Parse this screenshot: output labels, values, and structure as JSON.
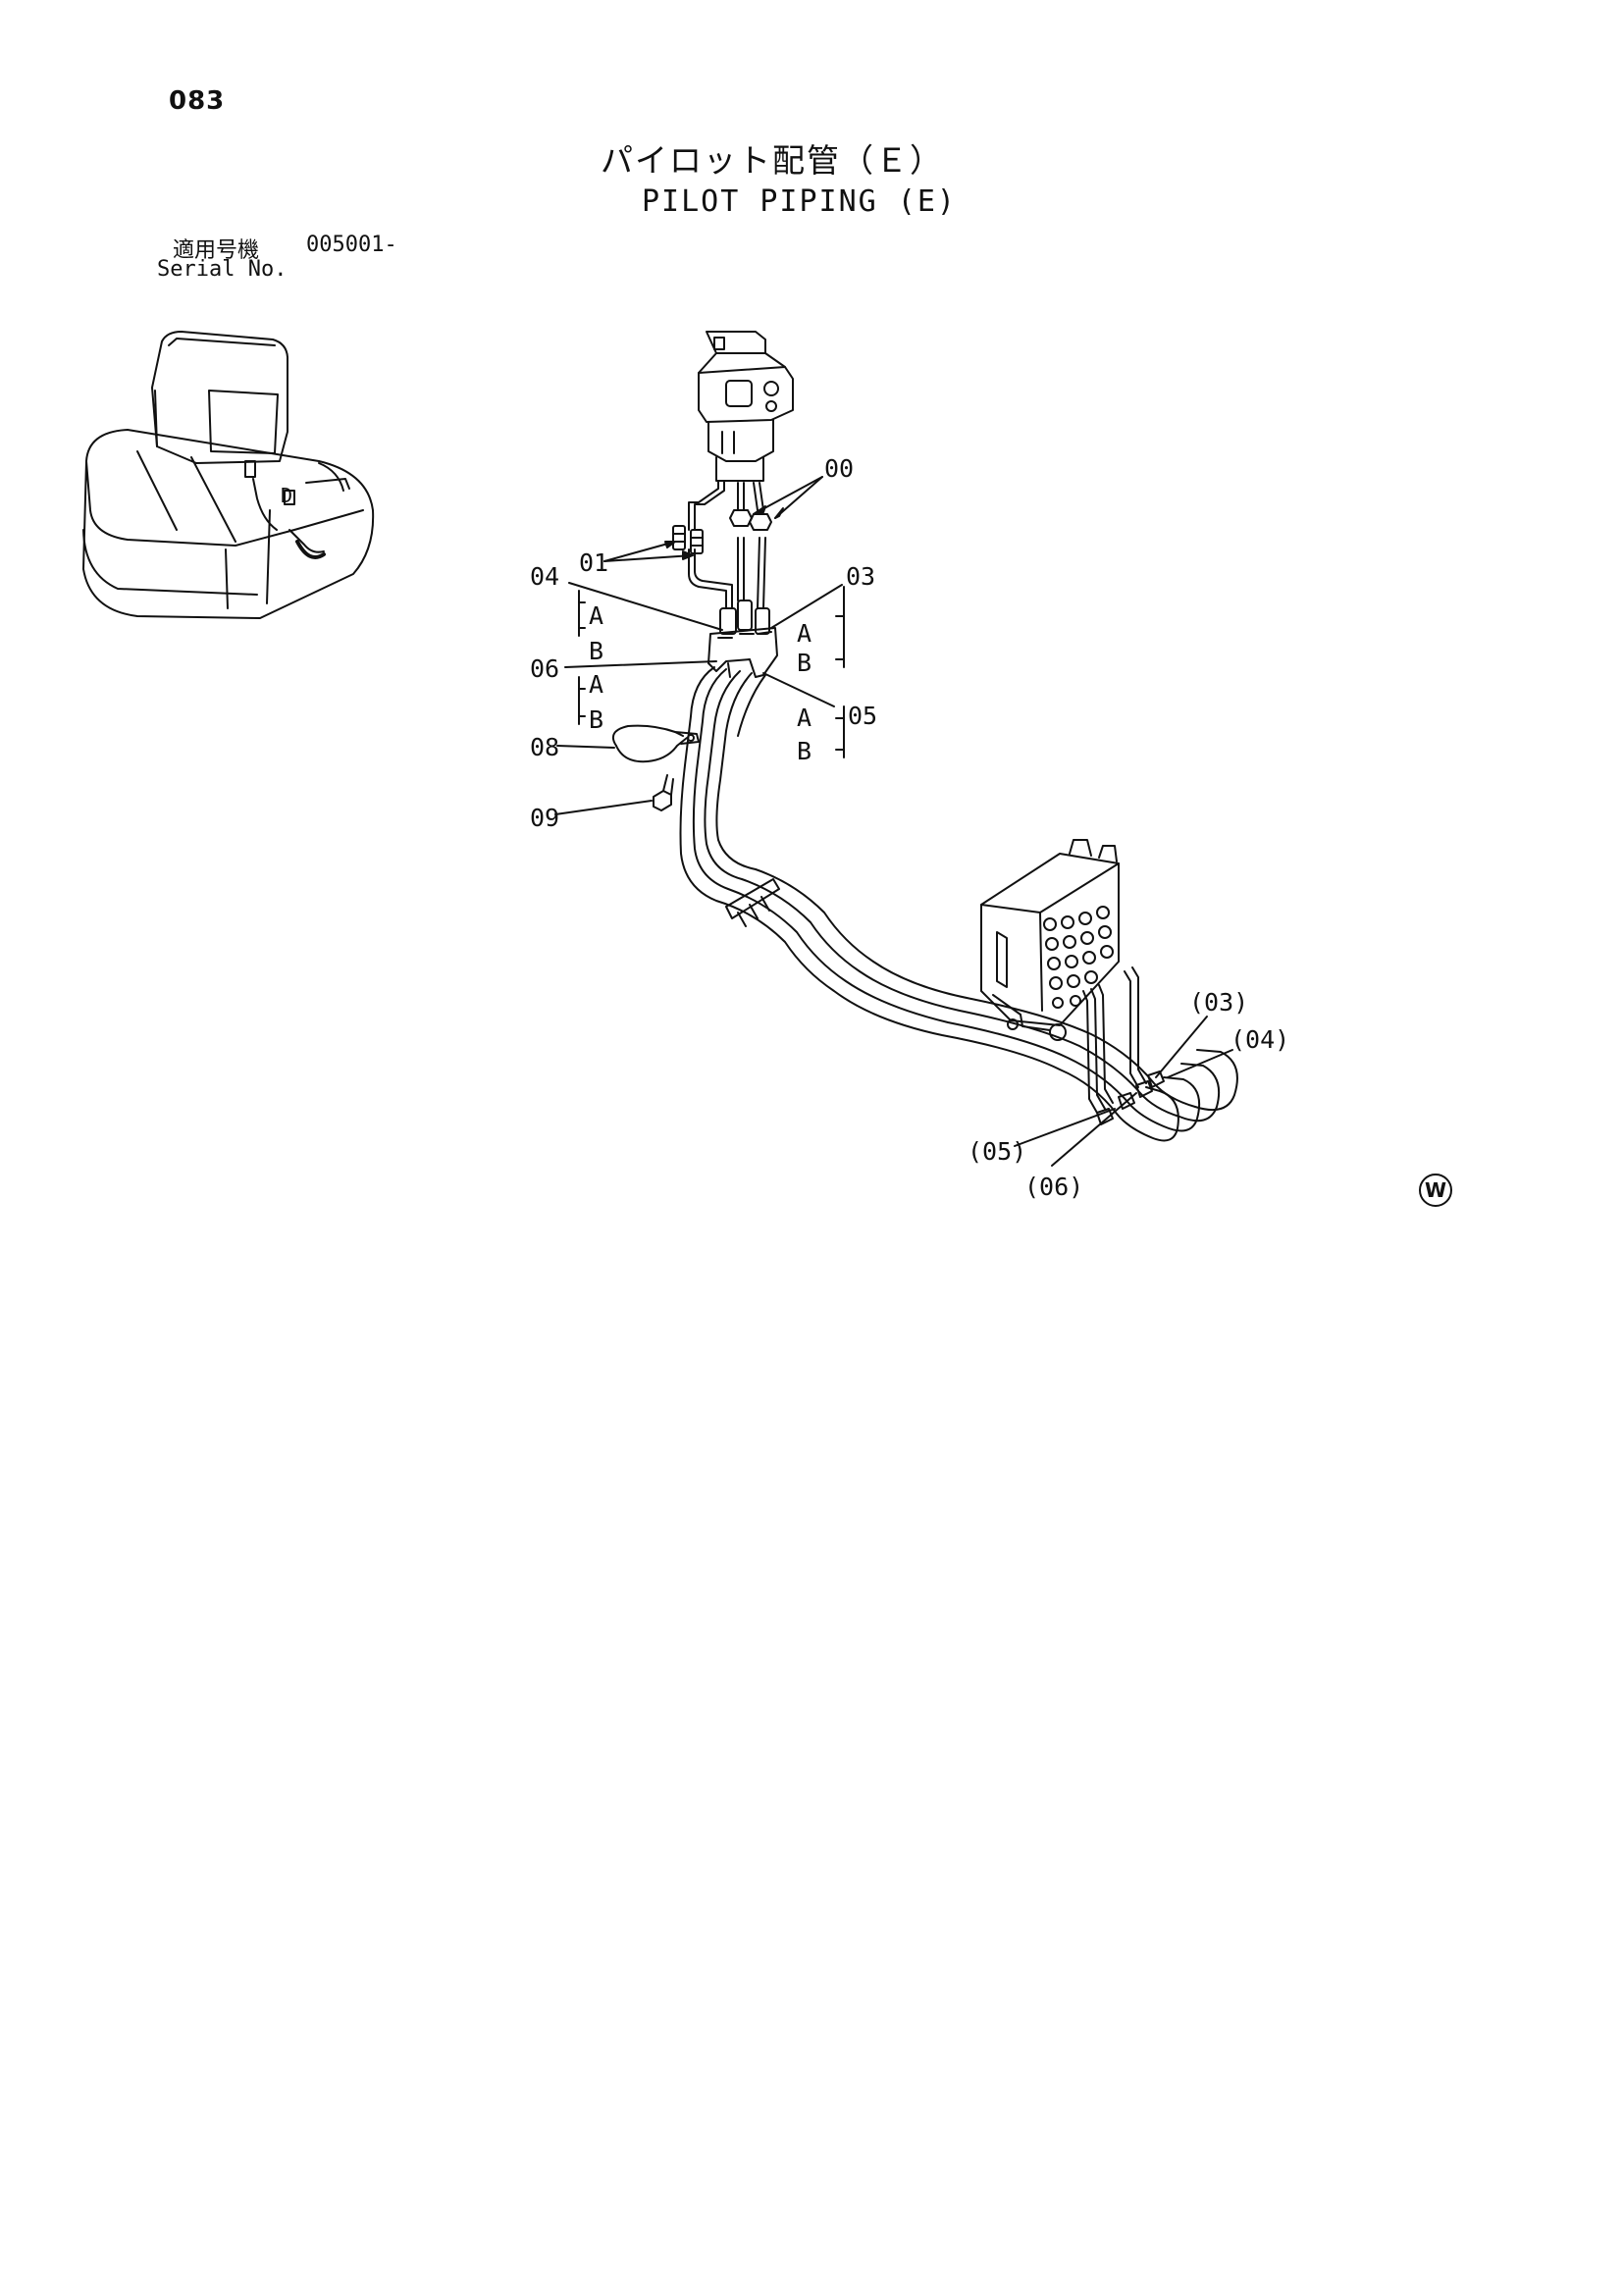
{
  "page_number": "083",
  "title_jp": "パイロット配管（Ｅ）",
  "title_en": "PILOT PIPING (E)",
  "serial": {
    "label_jp": "適用号機",
    "value": "005001-",
    "label_en": "Serial No."
  },
  "locator_label": "D",
  "callouts": {
    "c00": "00",
    "c01": "01",
    "c03": "03",
    "c04": "04",
    "c05": "05",
    "c06": "06",
    "c08": "08",
    "c09": "09",
    "c03p": "(03)",
    "c04p": "(04)",
    "c05p": "(05)",
    "c06p": "(06)"
  },
  "sub_labels": {
    "a": "A",
    "b": "B"
  },
  "stamp_letter": "W"
}
